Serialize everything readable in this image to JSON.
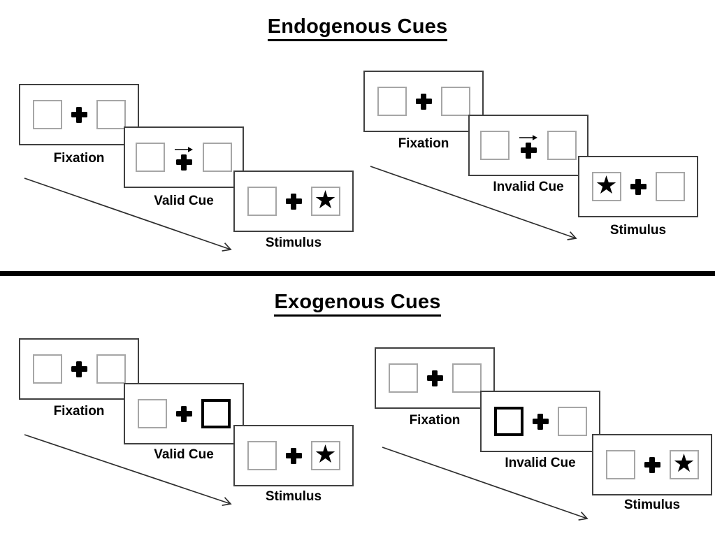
{
  "sections": [
    {
      "title": "Endogenous Cues",
      "groups": [
        {
          "name": "valid-trial",
          "panels": [
            {
              "label": "Fixation",
              "left": {
                "state": "normal",
                "glyph": ""
              },
              "right": {
                "state": "normal",
                "glyph": ""
              }
            },
            {
              "label": "Valid Cue",
              "left": {
                "state": "normal",
                "glyph": ""
              },
              "right": {
                "state": "normal",
                "glyph": ""
              }
            },
            {
              "label": "Stimulus",
              "left": {
                "state": "normal",
                "glyph": ""
              },
              "right": {
                "state": "normal",
                "glyph": "★"
              }
            }
          ]
        },
        {
          "name": "invalid-trial",
          "panels": [
            {
              "label": "Fixation",
              "left": {
                "state": "normal",
                "glyph": ""
              },
              "right": {
                "state": "normal",
                "glyph": ""
              }
            },
            {
              "label": "Invalid Cue",
              "left": {
                "state": "normal",
                "glyph": ""
              },
              "right": {
                "state": "normal",
                "glyph": ""
              }
            },
            {
              "label": "Stimulus",
              "left": {
                "state": "normal",
                "glyph": "★"
              },
              "right": {
                "state": "normal",
                "glyph": ""
              }
            }
          ]
        }
      ]
    },
    {
      "title": "Exogenous Cues",
      "groups": [
        {
          "name": "valid-trial",
          "panels": [
            {
              "label": "Fixation",
              "left": {
                "state": "normal",
                "glyph": ""
              },
              "right": {
                "state": "normal",
                "glyph": ""
              }
            },
            {
              "label": "Valid Cue",
              "left": {
                "state": "normal",
                "glyph": ""
              },
              "right": {
                "state": "bold",
                "glyph": ""
              }
            },
            {
              "label": "Stimulus",
              "left": {
                "state": "normal",
                "glyph": ""
              },
              "right": {
                "state": "normal",
                "glyph": "★"
              }
            }
          ]
        },
        {
          "name": "invalid-trial",
          "panels": [
            {
              "label": "Fixation",
              "left": {
                "state": "normal",
                "glyph": ""
              },
              "right": {
                "state": "normal",
                "glyph": ""
              }
            },
            {
              "label": "Invalid Cue",
              "left": {
                "state": "bold",
                "glyph": ""
              },
              "right": {
                "state": "normal",
                "glyph": ""
              }
            },
            {
              "label": "Stimulus",
              "left": {
                "state": "normal",
                "glyph": ""
              },
              "right": {
                "state": "normal",
                "glyph": "★"
              }
            }
          ]
        }
      ]
    }
  ],
  "colors": {
    "ink": "#000000",
    "panel_border": "#404040",
    "box_border": "#a6a6a6",
    "arrow": "#2e2e2e"
  }
}
